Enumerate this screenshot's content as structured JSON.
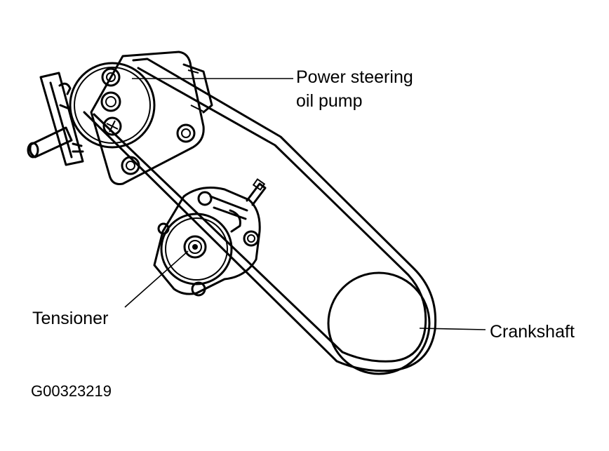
{
  "labels": {
    "power_steering_line1": "Power steering",
    "power_steering_line2": "oil pump",
    "tensioner": "Tensioner",
    "crankshaft": "Crankshaft"
  },
  "figure_id": "G00323219"
}
